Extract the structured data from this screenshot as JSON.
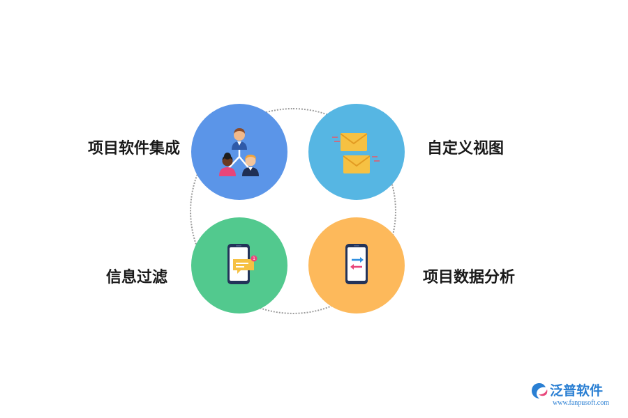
{
  "diagram": {
    "items": [
      {
        "label": "项目软件集成",
        "color": "#5b95e8",
        "icon": "team-hierarchy-icon"
      },
      {
        "label": "自定义视图",
        "color": "#56b6e3",
        "icon": "envelopes-icon"
      },
      {
        "label": "信息过滤",
        "color": "#52c98e",
        "icon": "phone-message-icon"
      },
      {
        "label": "项目数据分析",
        "color": "#fdb95b",
        "icon": "phone-transfer-icon"
      }
    ]
  },
  "brand": {
    "name": "泛普软件",
    "url": "www.fanpusoft.com",
    "color": "#2a7fd3"
  }
}
